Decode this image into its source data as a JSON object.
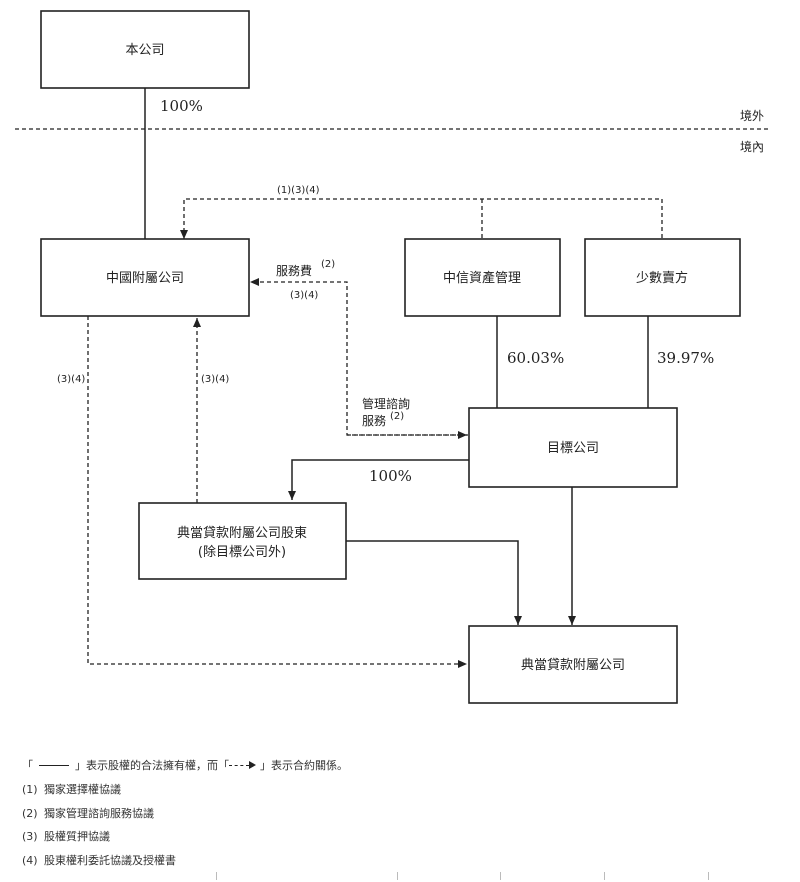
{
  "boxes": {
    "company": "本公司",
    "china_sub": "中國附屬公司",
    "citic": "中信資產管理",
    "minority": "少數賣方",
    "target": "目標公司",
    "pawn_sh_line1": "典當貸款附屬公司股東",
    "pawn_sh_line2": "(除目標公司外)",
    "pawn_sub": "典當貸款附屬公司"
  },
  "labels": {
    "pct_company": "100%",
    "overseas": "境外",
    "domestic": "境內",
    "top_dashed": "(1)(3)(4)",
    "service_fee": "服務費",
    "service_fee_sup": "(2)",
    "service_fee_refs": "(3)(4)",
    "left_refs": "(3)(4)",
    "up_refs": "(3)(4)",
    "mgmt_line1": "管理諮詢",
    "mgmt_line2": "服務",
    "mgmt_sup": "(2)",
    "pct_citic": "60.03%",
    "pct_minority": "39.97%",
    "pct_target": "100%"
  },
  "legend": {
    "intro_open": "「",
    "intro_mid": "」表示股權的合法擁有權，而「",
    "intro_end": "」表示合約關係。",
    "items": [
      {
        "num": "(1)",
        "text": "獨家選擇權協議"
      },
      {
        "num": "(2)",
        "text": "獨家管理諮詢服務協議"
      },
      {
        "num": "(3)",
        "text": "股權質押協議"
      },
      {
        "num": "(4)",
        "text": "股東權利委託協議及授權書"
      }
    ]
  }
}
